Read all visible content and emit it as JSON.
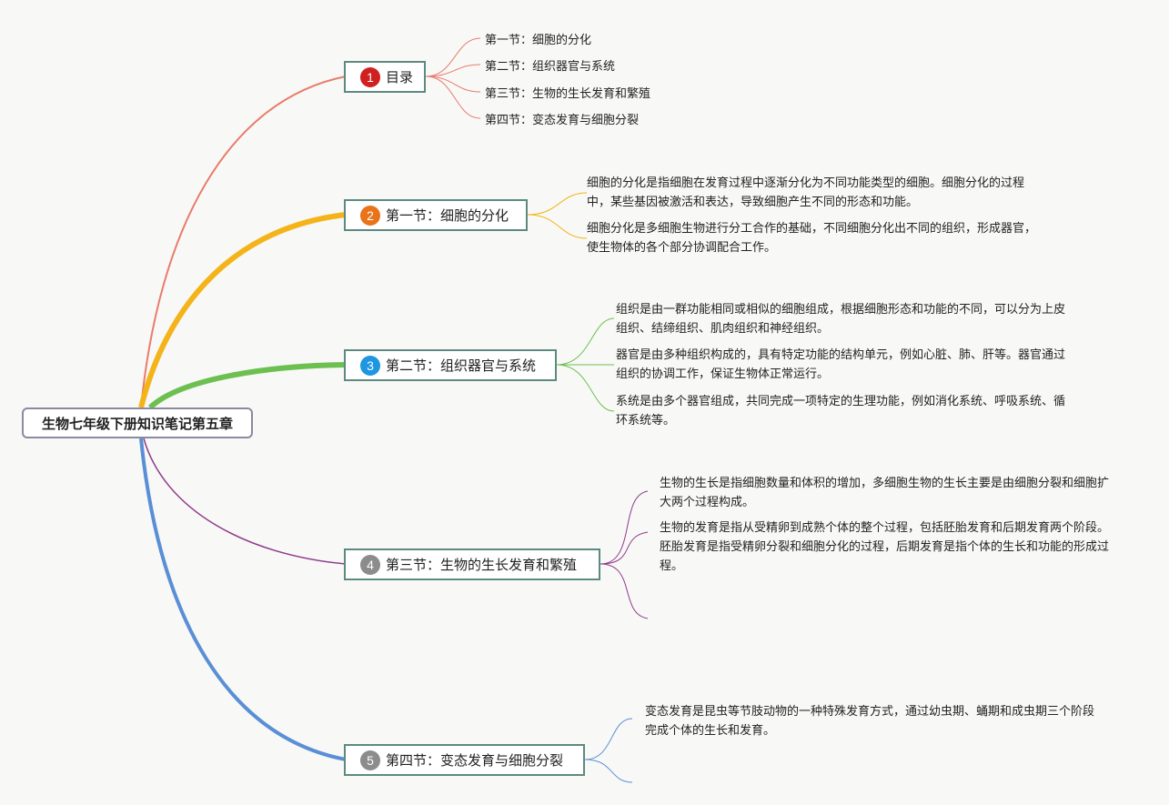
{
  "root": {
    "label": "生物七年级下册知识笔记第五章"
  },
  "branches": [
    {
      "number": "1",
      "color": "#d02020",
      "label": "目录",
      "items": [
        "第一节：细胞的分化",
        "第二节：组织器官与系统",
        "第三节：生物的生长发育和繁殖",
        "第四节：变态发育与细胞分裂"
      ]
    },
    {
      "number": "2",
      "color": "#e8731a",
      "label": "第一节：细胞的分化",
      "paras": [
        "细胞的分化是指细胞在发育过程中逐渐分化为不同功能类型的细胞。细胞分化的过程中，某些基因被激活和表达，导致细胞产生不同的形态和功能。",
        "细胞分化是多细胞生物进行分工合作的基础，不同细胞分化出不同的组织，形成器官，使生物体的各个部分协调配合工作。"
      ]
    },
    {
      "number": "3",
      "color": "#1e96e0",
      "label": "第二节：组织器官与系统",
      "paras": [
        "组织是由一群功能相同或相似的细胞组成，根据细胞形态和功能的不同，可以分为上皮组织、结缔组织、肌肉组织和神经组织。",
        "器官是由多种组织构成的，具有特定功能的结构单元，例如心脏、肺、肝等。器官通过组织的协调工作，保证生物体正常运行。",
        "系统是由多个器官组成，共同完成一项特定的生理功能，例如消化系统、呼吸系统、循环系统等。"
      ]
    },
    {
      "number": "4",
      "color": "#8c8c8c",
      "label": "第三节：生物的生长发育和繁殖",
      "paras": [
        "生物的生长是指细胞数量和体积的增加，多细胞生物的生长主要是由细胞分裂和细胞扩大两个过程构成。",
        "生物的发育是指从受精卵到成熟个体的整个过程，包括胚胎发育和后期发育两个阶段。胚胎发育是指受精卵分裂和细胞分化的过程，后期发育是指个体的生长和功能的形成过程。"
      ]
    },
    {
      "number": "5",
      "color": "#8c8c8c",
      "label": "第四节：变态发育与细胞分裂",
      "paras": [
        "变态发育是昆虫等节肢动物的一种特殊发育方式，通过幼虫期、蛹期和成虫期三个阶段完成个体的生长和发育。"
      ]
    }
  ],
  "line_colors": [
    "#e87c6c",
    "#f5b31a",
    "#6cc050",
    "#8e3a8a",
    "#5a8fd6"
  ]
}
